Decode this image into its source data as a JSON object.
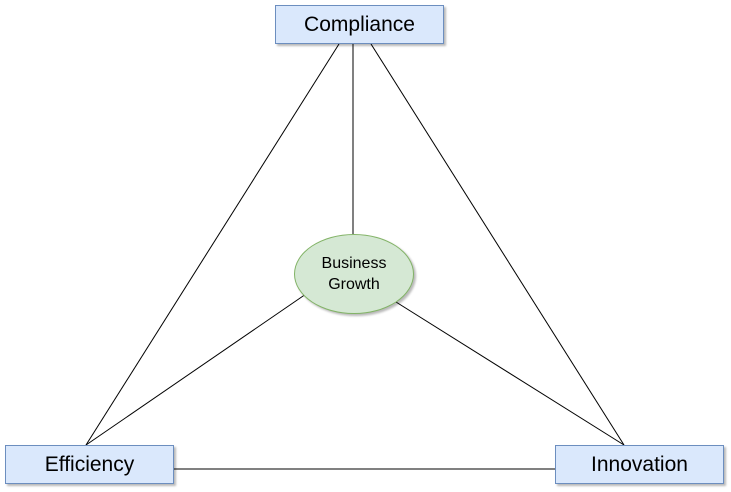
{
  "diagram": {
    "nodes": {
      "compliance": {
        "label": "Compliance"
      },
      "efficiency": {
        "label": "Efficiency"
      },
      "innovation": {
        "label": "Innovation"
      },
      "center": {
        "label_line1": "Business",
        "label_line2": "Growth"
      }
    },
    "edges": [
      {
        "from": "compliance",
        "to": "efficiency"
      },
      {
        "from": "compliance",
        "to": "innovation"
      },
      {
        "from": "efficiency",
        "to": "innovation"
      },
      {
        "from": "compliance",
        "to": "center"
      },
      {
        "from": "efficiency",
        "to": "center"
      },
      {
        "from": "innovation",
        "to": "center"
      }
    ],
    "colors": {
      "box_fill": "#dae8fc",
      "box_border": "#6c8ebf",
      "center_fill": "#d5e8d4",
      "center_border": "#82b366",
      "edge": "#000000"
    }
  }
}
